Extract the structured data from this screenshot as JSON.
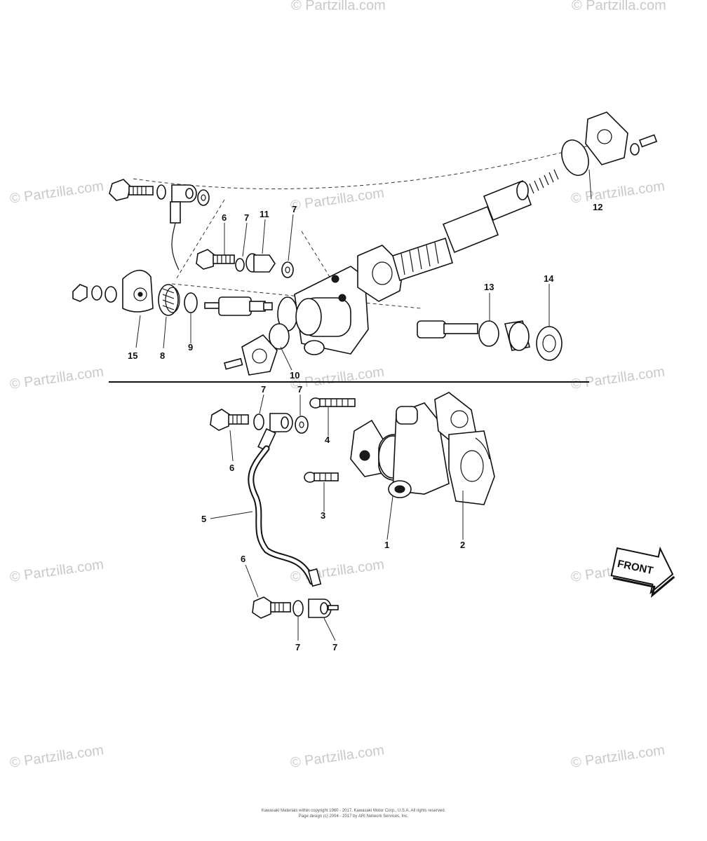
{
  "watermark": "© Partzilla.com",
  "front_label": "FRONT",
  "footer": {
    "line1": "Kawasaki Materials within copyright 1960 - 2017, Kawasaki Motor Corp., U.S.A.  All rights reserved.",
    "line2": "Page design (c) 2004 - 2017 by ARI Network Services, Inc."
  },
  "callouts": {
    "top": [
      {
        "id": "t6",
        "text": "6"
      },
      {
        "id": "t7a",
        "text": "7"
      },
      {
        "id": "t11",
        "text": "11"
      },
      {
        "id": "t7b",
        "text": "7"
      },
      {
        "id": "t12",
        "text": "12"
      },
      {
        "id": "t13",
        "text": "13"
      },
      {
        "id": "t14",
        "text": "14"
      },
      {
        "id": "t15",
        "text": "15"
      },
      {
        "id": "t8",
        "text": "8"
      },
      {
        "id": "t9",
        "text": "9"
      },
      {
        "id": "t10",
        "text": "10"
      }
    ],
    "bottom": [
      {
        "id": "b7a",
        "text": "7"
      },
      {
        "id": "b7b",
        "text": "7"
      },
      {
        "id": "b6a",
        "text": "6"
      },
      {
        "id": "b4",
        "text": "4"
      },
      {
        "id": "b3",
        "text": "3"
      },
      {
        "id": "b1",
        "text": "1"
      },
      {
        "id": "b2",
        "text": "2"
      },
      {
        "id": "b5",
        "text": "5"
      },
      {
        "id": "b6b",
        "text": "6"
      },
      {
        "id": "b7c",
        "text": "7"
      },
      {
        "id": "b7d",
        "text": "7"
      }
    ]
  },
  "colors": {
    "line": "#111111",
    "watermark": "#c9c9c9",
    "background": "#ffffff"
  }
}
